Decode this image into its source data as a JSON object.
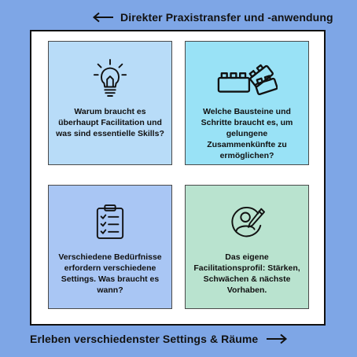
{
  "header": {
    "caption": "Direkter Praxistransfer und -anwendung",
    "arrow_icon": "arrow-left-icon"
  },
  "footer": {
    "caption": "Erleben verschiedenster Settings & Räume",
    "arrow_icon": "arrow-right-icon"
  },
  "cards": [
    {
      "icon": "lightbulb-icon",
      "text": "Warum braucht es überhaupt Facilitation und was sind essentielle Skills?",
      "color": "#b8dcf8"
    },
    {
      "icon": "building-blocks-icon",
      "text": "Welche Bausteine und Schritte braucht es, um gelungene Zusammenkünfte zu ermöglichen?",
      "color": "#99e2f6"
    },
    {
      "icon": "checklist-icon",
      "text": "Verschiedene Bedürfnisse erfordern verschiedene Settings. Was braucht es wann?",
      "color": "#a9c6f4"
    },
    {
      "icon": "profile-edit-icon",
      "text": "Das eigene Facilitationsprofil: Stärken, Schwächen & nächste Vorhaben.",
      "color": "#b9e3cf"
    }
  ],
  "colors": {
    "background": "#7ea6e6",
    "frame": "#ffffff"
  }
}
